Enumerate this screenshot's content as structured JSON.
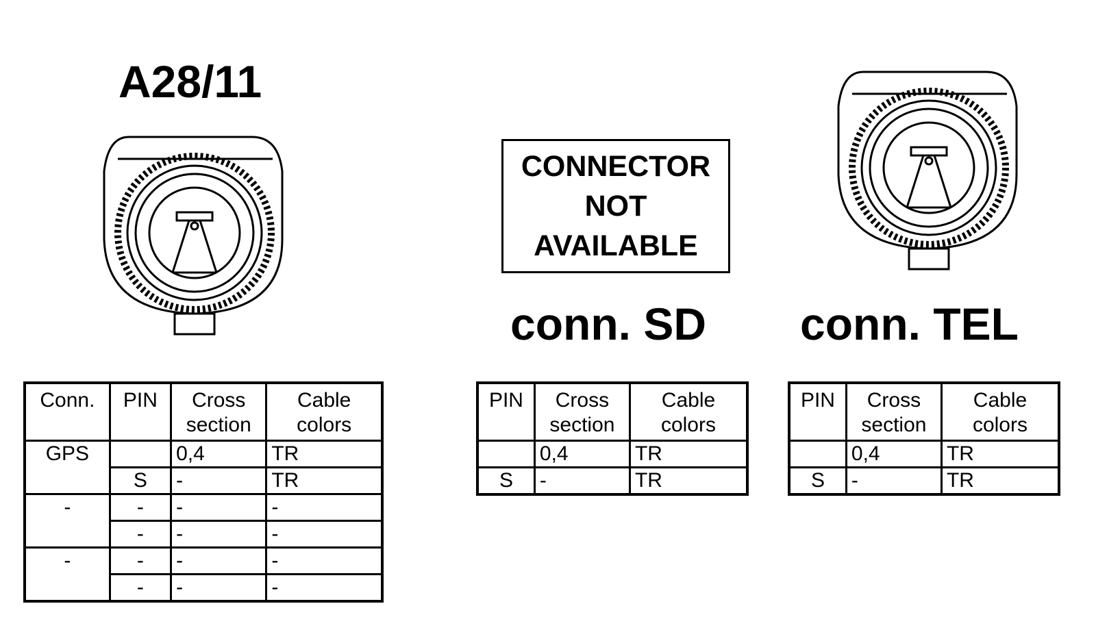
{
  "titles": {
    "a28": "A28/11",
    "sd": "conn. SD",
    "tel": "conn. TEL"
  },
  "not_available": {
    "line1": "CONNECTOR",
    "line2": "NOT",
    "line3": "AVAILABLE"
  },
  "table_a28": {
    "headers": [
      "Conn.",
      "PIN",
      "Cross section",
      "Cable colors"
    ],
    "rows": [
      [
        "GPS",
        "",
        "0,4",
        "TR"
      ],
      [
        "",
        "S",
        "-",
        "TR"
      ],
      [
        "-",
        "-",
        "-",
        "-"
      ],
      [
        "",
        "-",
        "-",
        "-"
      ],
      [
        "-",
        "-",
        "-",
        "-"
      ],
      [
        "",
        "-",
        "-",
        "-"
      ]
    ]
  },
  "table_sd": {
    "headers": [
      "PIN",
      "Cross section",
      "Cable colors"
    ],
    "rows": [
      [
        "",
        "0,4",
        "TR"
      ],
      [
        "S",
        "-",
        "TR"
      ]
    ]
  },
  "table_tel": {
    "headers": [
      "PIN",
      "Cross section",
      "Cable colors"
    ],
    "rows": [
      [
        "",
        "0,4",
        "TR"
      ],
      [
        "S",
        "-",
        "TR"
      ]
    ]
  },
  "colors": {
    "ink": "#000000",
    "paper": "#ffffff"
  },
  "icons": [
    "coaxial-connector-icon",
    "coaxial-connector-icon"
  ]
}
